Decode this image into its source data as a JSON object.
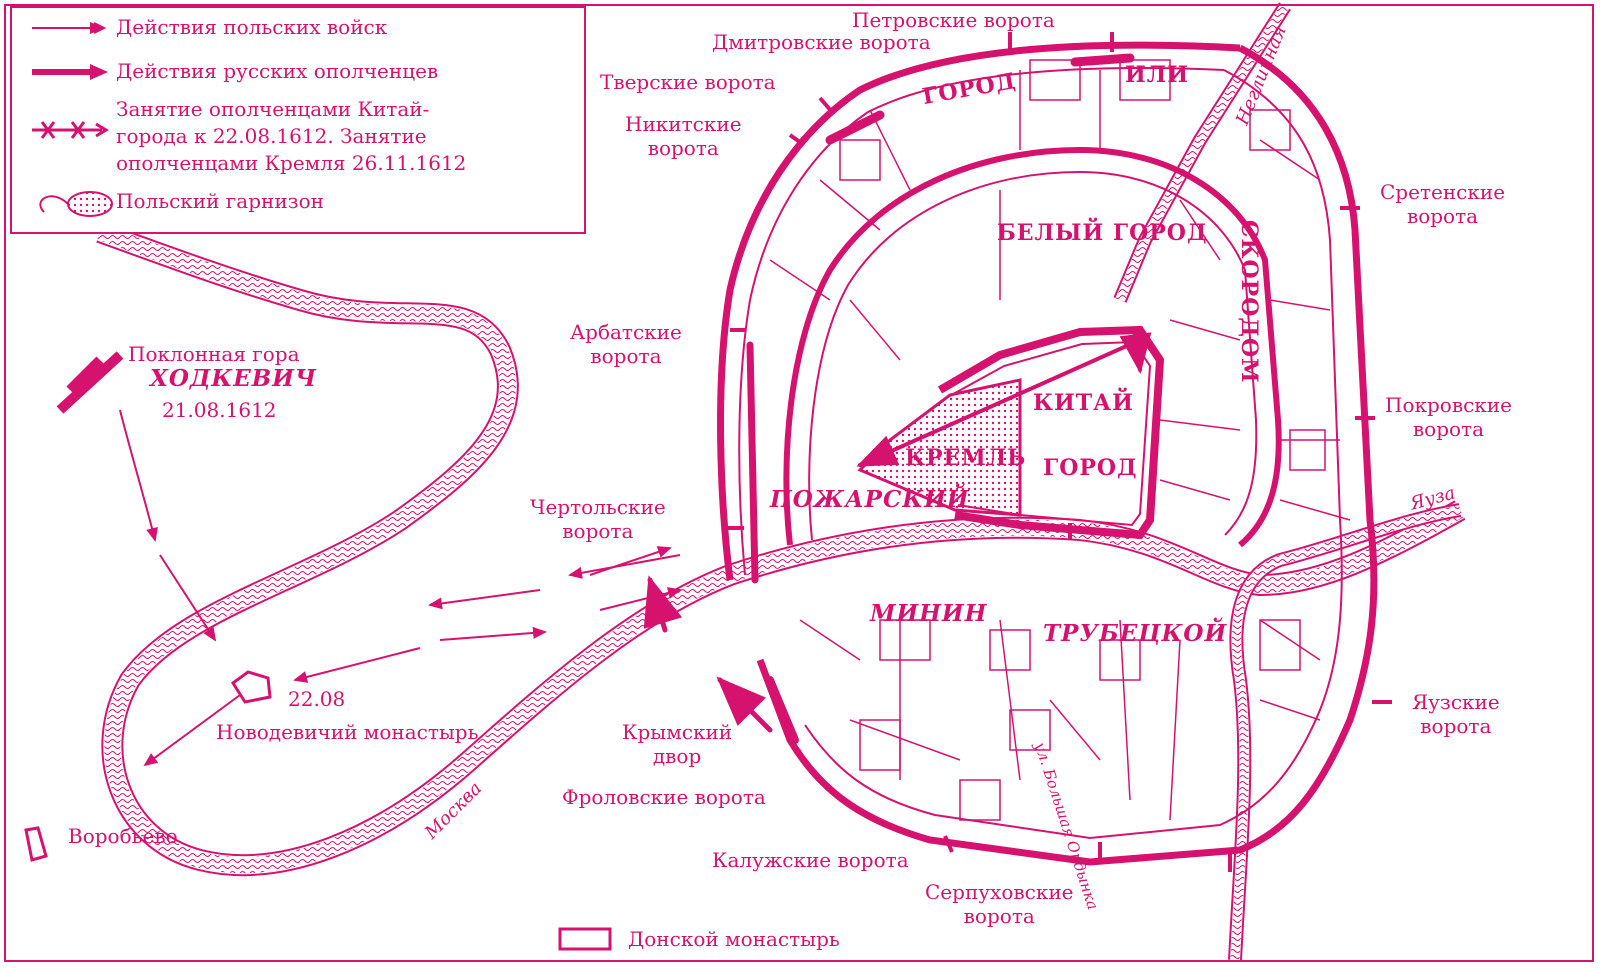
{
  "colors": {
    "accent": "#d6126f",
    "background": "#ffffff"
  },
  "legend": {
    "items": [
      {
        "icon": "thin-arrow-icon",
        "label": "Действия польских войск"
      },
      {
        "icon": "thick-arrow-icon",
        "label": "Действия русских ополченцев"
      },
      {
        "icon": "crossed-arrow-icon",
        "lines": [
          "Занятие ополченцами Китай-",
          "города к 22.08.1612. Занятие",
          "ополченцами Кремля 26.11.1612"
        ]
      },
      {
        "icon": "dotted-garrison-icon",
        "label": "Польский гарнизон"
      }
    ]
  },
  "districts": {
    "zemlyanoy": [
      "ГОРОД",
      "ИЛИ",
      "СКОРОДОМ"
    ],
    "bely": "БЕЛЫЙ ГОРОД",
    "kitay": [
      "КИТАЙ",
      "ГОРОД"
    ],
    "kreml": "КРЕМЛЬ"
  },
  "commanders": {
    "khodkevich": "ХОДКЕВИЧ",
    "pozharsky": "ПОЖАРСКИЙ",
    "minin": "МИНИН",
    "trubetskoy": "ТРУБЕЦКОЙ"
  },
  "places": {
    "poklonnaya": "Поклонная гора",
    "khodkevich_date": "21.08.1612",
    "novodevichy_date": "22.08",
    "novodevichy": "Новодевичий монастырь",
    "vorobyovo": "Воробьево",
    "donskoy": "Донской монастырь",
    "krymsky": [
      "Крымский",
      "двор"
    ]
  },
  "rivers": {
    "moskva": "Москва",
    "neglinnaya": "Неглинная",
    "yauza": "Яуза"
  },
  "streets": {
    "ordynka": "ул. Большая Ордынка"
  },
  "gates": {
    "petrovskie": "Петровские ворота",
    "dmitrovskie": "Дмитровские ворота",
    "tverskie": "Тверские ворота",
    "nikitskie": [
      "Никитские",
      "ворота"
    ],
    "sretenskie": [
      "Сретенские",
      "ворота"
    ],
    "arbatskie": [
      "Арбатские",
      "ворота"
    ],
    "pokrovskie": [
      "Покровские",
      "ворота"
    ],
    "chertolskie": [
      "Чертольские",
      "ворота"
    ],
    "yauzskie": [
      "Яузские",
      "ворота"
    ],
    "frolovskie": "Фроловские ворота",
    "kaluzhskie": "Калужские ворота",
    "serpukhovskie": [
      "Серпуховские",
      "ворота"
    ]
  }
}
